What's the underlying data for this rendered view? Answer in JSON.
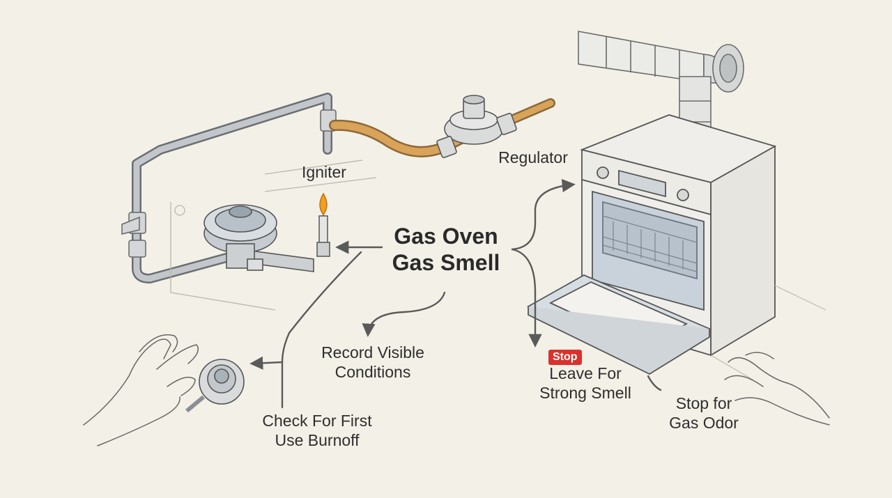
{
  "title": {
    "line1": "Gas Oven",
    "line2": "Gas Smell"
  },
  "labels": {
    "igniter": "Igniter",
    "regulator": "Regulator",
    "record": [
      "Record Visible",
      "Conditions"
    ],
    "check": [
      "Check For First",
      "Use Burnoff"
    ],
    "stop_badge": "Stop",
    "leave": [
      "Leave For",
      "Strong Smell"
    ],
    "stop_odor": [
      "Stop for",
      "Gas Odor"
    ]
  },
  "colors": {
    "background": "#f3f0e7",
    "line": "#5a5a5a",
    "pipe": "#b9bcc0",
    "flex_hose": "#d9a35a",
    "flame": "#f0a020",
    "badge": "#d8322e",
    "oven_interior": "#c9d2da"
  }
}
